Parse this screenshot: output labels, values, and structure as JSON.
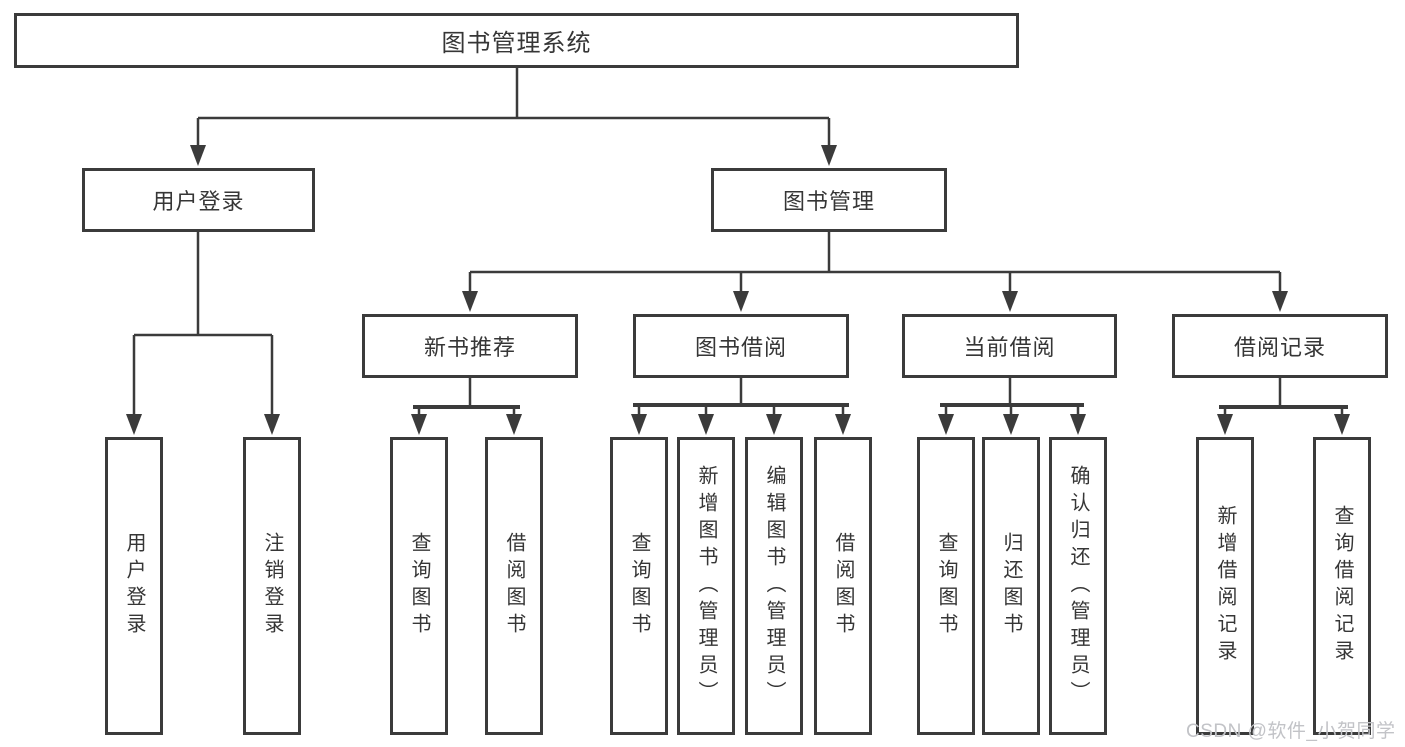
{
  "diagram": {
    "root": "图书管理系统",
    "level2": [
      "用户登录",
      "图书管理"
    ],
    "level3": [
      "新书推荐",
      "图书借阅",
      "当前借阅",
      "借阅记录"
    ],
    "leaves": {
      "login": [
        "用户登录",
        "注销登录"
      ],
      "recommend": [
        "查询图书",
        "借阅图书"
      ],
      "borrow": [
        "查询图书",
        "新增图书（管理员）",
        "编辑图书（管理员）",
        "借阅图书"
      ],
      "current": [
        "查询图书",
        "归还图书",
        "确认归还（管理员）"
      ],
      "records": [
        "新增借阅记录",
        "查询借阅记录"
      ]
    },
    "watermark": "CSDN @软件_小贺同学",
    "colors": {
      "line": "#3b3b3b",
      "text": "#363636",
      "background": "#ffffff",
      "watermark": "#c2c3c7"
    }
  }
}
